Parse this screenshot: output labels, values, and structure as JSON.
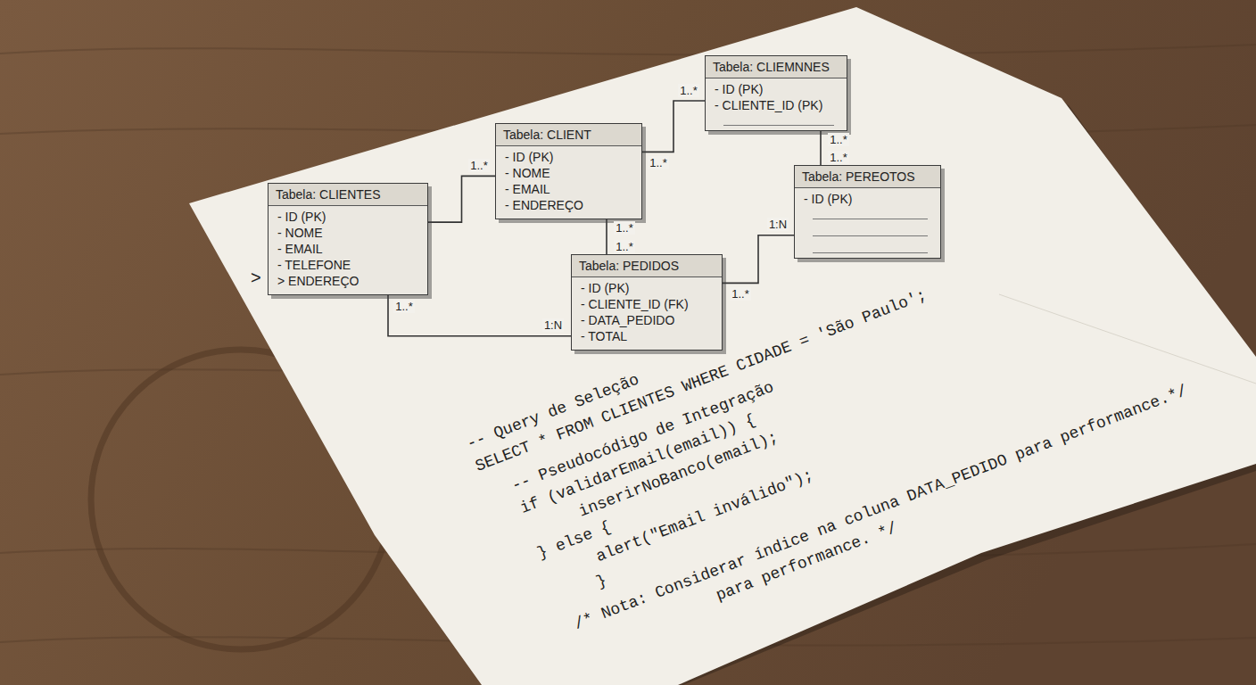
{
  "diagram": {
    "nodes": [
      {
        "text": [
          "Tabela: CLIENTES",
          "- ID (PK)",
          "- NOME",
          "- EMAIL",
          "- TELEFONE",
          "> ENDEREÇO"
        ]
      },
      {
        "text": [
          "Tabela: CLIENT",
          "- ID (PK)",
          "- NOME",
          "- EMAIL",
          "- ENDEREÇO"
        ]
      },
      {
        "text": [
          "Tabela: CLIEMNNES",
          "- ID (PK)",
          "- CLIENTE_ID (PK)"
        ]
      },
      {
        "text": [
          "Tabela: PEDIDOS",
          "- ID (PK)",
          "- CLIENTE_ID (FK)",
          "- DATA_PEDIDO",
          "- TOTAL"
        ]
      },
      {
        "text": [
          "Tabela: PEREOTOS",
          "- ID (PK)"
        ]
      }
    ],
    "edges": [
      {
        "from": 0,
        "to": 1,
        "label": "1..*",
        "arrow": "none"
      },
      {
        "from": 1,
        "to": 2,
        "label": "1..*",
        "arrow": "none"
      },
      {
        "from": 1,
        "to": 3,
        "label": "1..*",
        "arrow": "none"
      },
      {
        "from": 2,
        "to": 4,
        "label": "1..*",
        "arrow": "none"
      },
      {
        "from": 3,
        "to": 4,
        "label": "1..*",
        "arrow": "none"
      },
      {
        "from": 0,
        "to": 3,
        "label": "1..*",
        "arrow": "none"
      }
    ],
    "labels": [
      ">",
      "1..*",
      "1..*",
      "1..*",
      "1:N",
      "1:N",
      "-- Query de Seleção",
      "SELECT * FROM CLIENTES WHERE CIDADE = 'São Paulo';",
      "-- Pseudocódigo de Integração",
      "if (validarEmail(email)) {",
      "inserirNoBanco(email);",
      "} else {",
      "alert(\"Email inválido\");",
      "}",
      "/* Nota: Considerar índice na coluna DATA_PEDIDO para performance.*/",
      "para performance. */"
    ]
  }
}
